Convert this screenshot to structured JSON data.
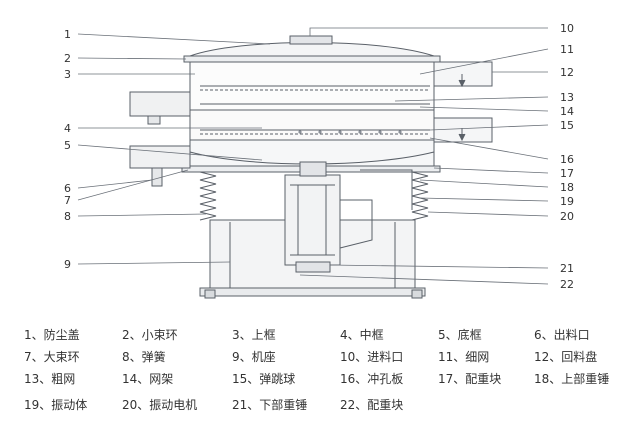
{
  "diagram": {
    "callouts": [
      "1",
      "2",
      "3",
      "4",
      "5",
      "6",
      "7",
      "8",
      "9",
      "10",
      "11",
      "12",
      "13",
      "14",
      "15",
      "16",
      "17",
      "18",
      "19",
      "20",
      "21",
      "22"
    ]
  },
  "legend": [
    "1、防尘盖",
    "2、小束环",
    "3、上框",
    "4、中框",
    "5、底框",
    "6、出料口",
    "7、大束环",
    "8、弹簧",
    "9、机座",
    "10、进料口",
    "11、细网",
    "12、回料盘",
    "13、粗网",
    "14、网架",
    "15、弹跳球",
    "16、冲孔板",
    "17、配重块",
    "18、上部重锤",
    "19、振动体",
    "20、振动电机",
    "21、下部重锤",
    "22、配重块"
  ]
}
